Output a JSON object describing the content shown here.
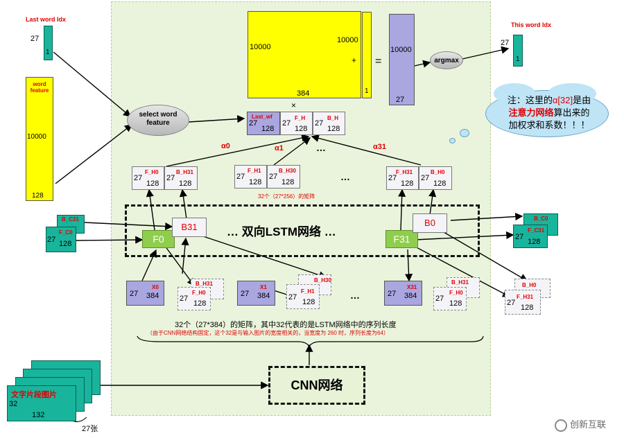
{
  "labels": {
    "last_word_idx": "Last word Idx",
    "this_word_idx": "This word Idx",
    "word_feature": "word feature",
    "select_word_feature": "select word feature",
    "argmax": "argmax",
    "last_wf": "Last_wf",
    "f_h": "F_H",
    "b_h": "B_H",
    "plus": "+",
    "equals": "=",
    "times": "×",
    "lstm_title": "… 双向LSTM网络 …",
    "cnn_title": "CNN网络",
    "matrix_32": "32个（27*256）的矩阵",
    "seq_desc": "32个（27*384）的矩阵，其中32代表的是LSTM网络中的序列长度",
    "seq_note": "（由于CNN网络结构固定，这个32是与输入图片的宽度相关的，当宽度为 260 时，序列长度为64）",
    "text_image": "文字片段图片",
    "count_27": "27张",
    "ellipsis": "…",
    "ellipsis2": "…",
    "ellipsis3": "…",
    "watermark": "创新互联"
  },
  "note": {
    "line1_pre": "注：这里的",
    "line1_alpha": "α[32]",
    "line1_post": "是由",
    "line2_red": "注意力网络",
    "line2_post": "算出来的",
    "line3": "加权求和系数！！！"
  },
  "alphas": [
    "α0",
    "α1",
    "α31"
  ],
  "nums": {
    "n27": "27",
    "n1": "1",
    "n10000": "10000",
    "n384": "384",
    "n128": "128",
    "n32": "32",
    "n132": "132"
  },
  "nodes": {
    "f0": "F0",
    "b31": "B31",
    "f31": "F31",
    "b0": "B0",
    "x0": "X0",
    "x1": "X1",
    "x31": "X31",
    "f_h0": "F_H0",
    "b_h31": "B_H31",
    "f_h1": "F_H1",
    "b_h30": "B_H30",
    "f_h31": "F_H31",
    "b_h0": "B_H0",
    "b_c31": "B_C31",
    "f_c0": "F_C0",
    "b_c0": "B_C0",
    "f_c31": "F_C31"
  }
}
